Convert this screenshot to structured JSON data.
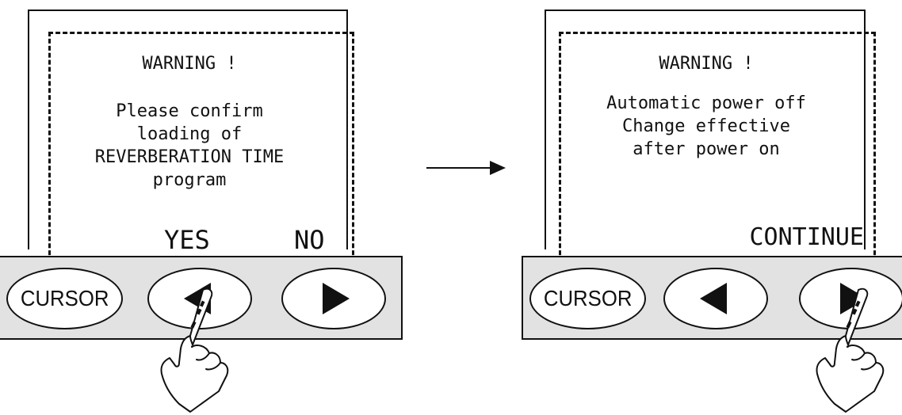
{
  "left_screen": {
    "title": "WARNING !",
    "lines": "Please confirm\nloading of\nREVERBERATION TIME\nprogram",
    "option_yes": "YES",
    "option_no": "NO"
  },
  "right_screen": {
    "title": "WARNING !",
    "lines": "Automatic power off\nChange effective\nafter power on",
    "option_continue": "CONTINUE"
  },
  "left_panel": {
    "cursor_label": "CURSOR",
    "pressed_button": "left-arrow",
    "icons": [
      "left-arrow-icon",
      "right-arrow-icon",
      "pointing-hand-icon"
    ]
  },
  "right_panel": {
    "cursor_label": "CURSOR",
    "pressed_button": "right-arrow",
    "icons": [
      "left-arrow-icon",
      "right-arrow-icon",
      "pointing-hand-icon"
    ]
  },
  "colors": {
    "line": "#111111",
    "panel": "#e2e2e2",
    "screen": "#ffffff"
  }
}
